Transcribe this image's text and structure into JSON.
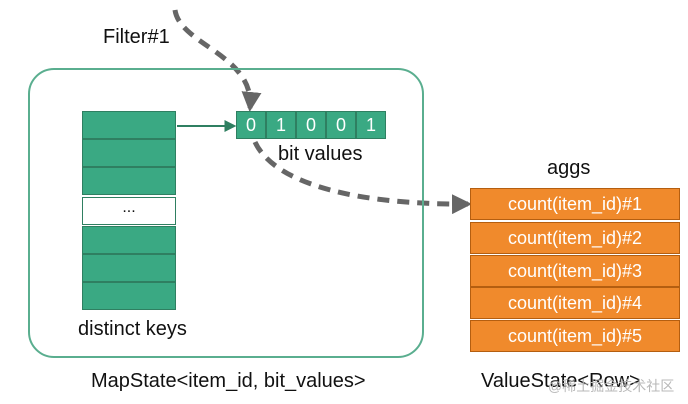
{
  "filter_label": "Filter#1",
  "bit_values_label": "bit values",
  "bits": [
    "0",
    "1",
    "0",
    "0",
    "1"
  ],
  "distinct_keys_label": "distinct keys",
  "ellipsis": "...",
  "map_state_label": "MapState<item_id, bit_values>",
  "aggs_label": "aggs",
  "agg_cells": [
    "count(item_id)#1",
    "count(item_id)#2",
    "count(item_id)#3",
    "count(item_id)#4",
    "count(item_id)#5"
  ],
  "value_state_label": "ValueState<Row>",
  "watermark_text": "@稀土掘金技术社区",
  "colors": {
    "key_green": "#3aa983",
    "frame_green": "#5aae8f",
    "agg_orange": "#f08a2c",
    "arrow_gray": "#666666",
    "arrow_green": "#2f7f61"
  }
}
